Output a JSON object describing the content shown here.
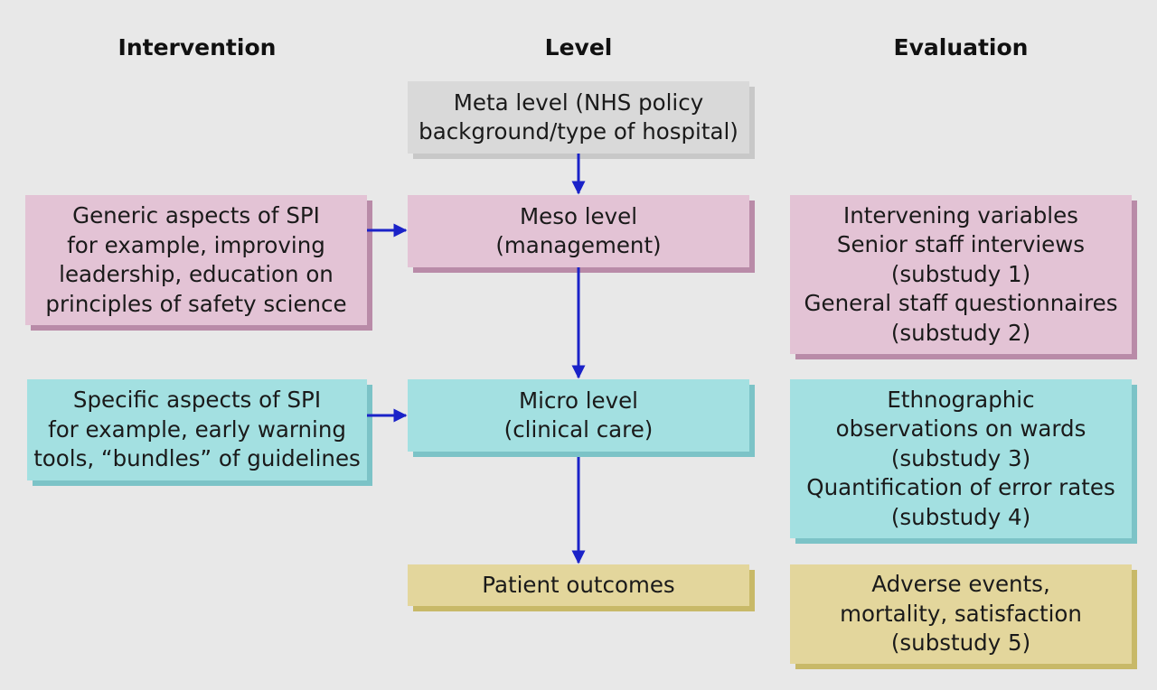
{
  "headers": {
    "intervention": "Intervention",
    "level": "Level",
    "evaluation": "Evaluation"
  },
  "levels": {
    "meta": [
      "Meta level (NHS policy",
      "background/type of hospital)"
    ],
    "meso": [
      "Meso level",
      "(management)"
    ],
    "micro": [
      "Micro level",
      "(clinical care)"
    ],
    "outcomes": [
      "Patient outcomes"
    ]
  },
  "interventions": {
    "generic": [
      "Generic aspects of SPI",
      "for example, improving",
      "leadership, education on",
      "principles of safety science"
    ],
    "specific": [
      "Specific aspects of SPI",
      "for example, early warning",
      "tools, “bundles” of guidelines"
    ]
  },
  "evaluations": {
    "intervening": [
      "Intervening variables",
      "Senior staff interviews",
      "(substudy 1)",
      "General staff questionnaires",
      "(substudy 2)"
    ],
    "ethnographic": [
      "Ethnographic",
      "observations on wards",
      "(substudy 3)",
      "Quantification of error rates",
      "(substudy 4)"
    ],
    "adverse": [
      "Adverse events,",
      "mortality, satisfaction",
      "(substudy 5)"
    ]
  },
  "colors": {
    "arrow": "#1a22c8",
    "gray": "#d9d9d9",
    "pink": "#e3c3d5",
    "cyan": "#a3e0e1",
    "yellow": "#e3d69c"
  }
}
